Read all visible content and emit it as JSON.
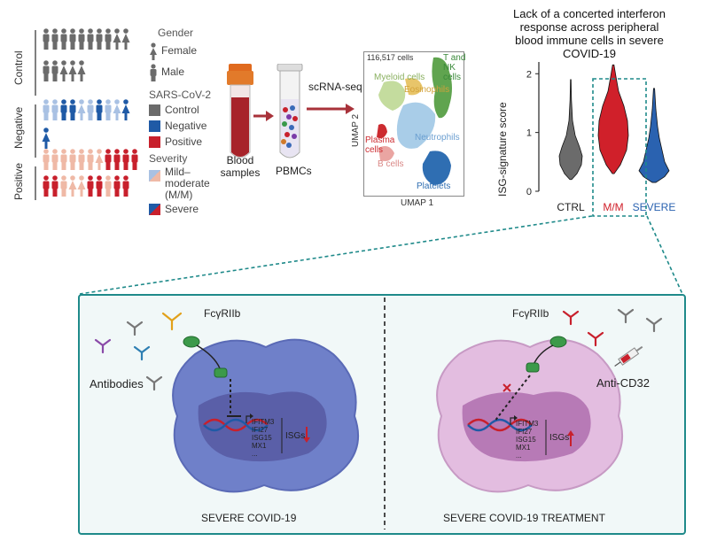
{
  "cohort": {
    "row_labels": {
      "control": "Control",
      "negative": "Negative",
      "positive": "Positive"
    },
    "legend": {
      "gender_head": "Gender",
      "female": "Female",
      "male": "Male",
      "sars_head": "SARS-CoV-2",
      "sars_control": "Control",
      "sars_negative": "Negative",
      "sars_positive": "Positive",
      "severity_head": "Severity",
      "mild_line1": "Mild–",
      "mild_line2": "moderate",
      "mild_line3": "(M/M)",
      "severe": "Severe"
    },
    "colors": {
      "control": "#6b6b6b",
      "negative_dark": "#1f5aa6",
      "negative_light": "#a9c1e3",
      "positive_dark": "#c8202c",
      "positive_light": "#efb9a6"
    }
  },
  "workflow": {
    "blood_label_1": "Blood",
    "blood_label_2": "samples",
    "pbmc_label": "PBMCs",
    "scrna_label": "scRNA-seq"
  },
  "umap": {
    "cell_count": "116,517 cells",
    "xlabel": "UMAP 1",
    "ylabel": "UMAP 2",
    "clusters": {
      "t_nk_1": "T and",
      "t_nk_2": "NK",
      "t_nk_3": "cells",
      "myeloid": "Myeloid cells",
      "eosinophils": "Eosinophils",
      "neutrophils": "Neutrophils",
      "plasma_1": "Plasma",
      "plasma_2": "cells",
      "bcells": "B cells",
      "platelets": "Platelets"
    }
  },
  "chart_data": {
    "type": "violin",
    "title": "Lack of a concerted interferon response across peripheral blood immune cells in severe COVID-19",
    "ylabel": "ISG-signature score",
    "ylim": [
      0,
      2.2
    ],
    "yticks": [
      0,
      1,
      2
    ],
    "categories": [
      "CTRL",
      "M/M",
      "SEVERE"
    ],
    "colors": [
      "#6b6b6b",
      "#d0202a",
      "#2a62b0"
    ],
    "title_lines": [
      "Lack of a concerted interferon",
      "response across peripheral",
      "blood immune cells in severe",
      "COVID-19"
    ]
  },
  "panels": {
    "left": {
      "receptor": "FcγRIIb",
      "antibodies": "Antibodies",
      "genes": [
        "IFITM3",
        "IFI27",
        "ISG15",
        "MX1",
        "..."
      ],
      "isgs": "ISGs",
      "caption": "SEVERE COVID-19"
    },
    "right": {
      "receptor": "FcγRIIb",
      "drug": "Anti-CD32",
      "genes": [
        "IFITM3",
        "IFI27",
        "ISG15",
        "MX1",
        "..."
      ],
      "isgs": "ISGs",
      "caption": "SEVERE COVID-19 TREATMENT"
    }
  }
}
